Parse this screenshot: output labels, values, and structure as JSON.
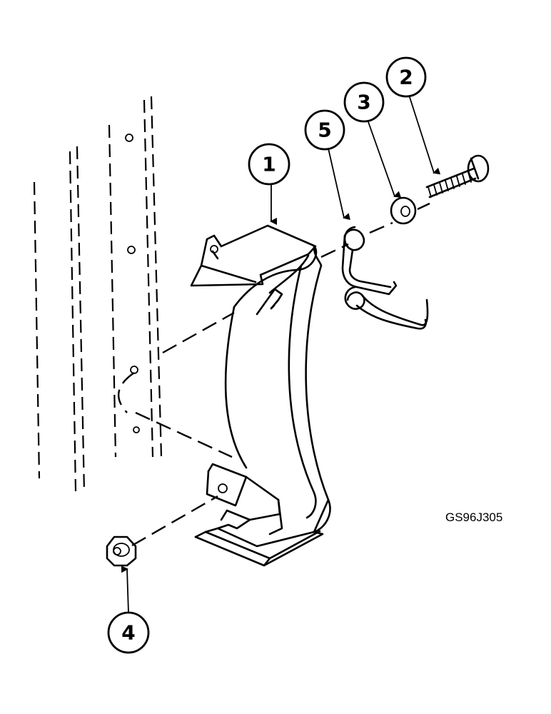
{
  "callouts": {
    "c1": "1",
    "c2": "2",
    "c3": "3",
    "c4": "4",
    "c5": "5"
  },
  "figure_code": "GS96J305"
}
